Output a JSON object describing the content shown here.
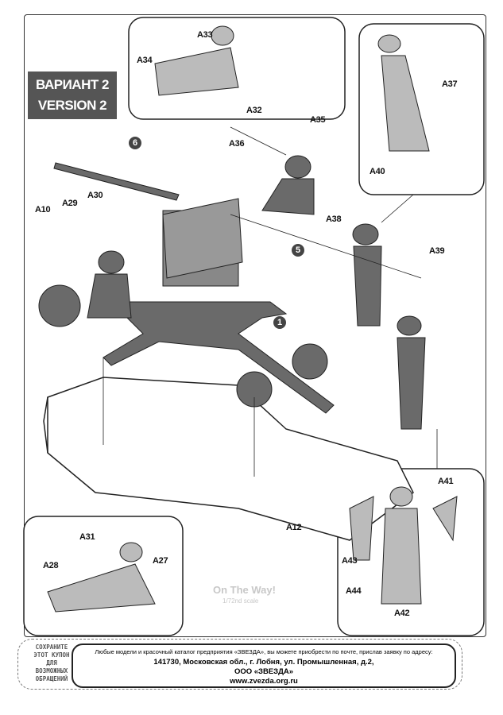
{
  "variant": {
    "line1": "ВАРИАНТ 2",
    "line2": "VERSION 2"
  },
  "steps": [
    "6",
    "5",
    "1"
  ],
  "part_labels": [
    "A33",
    "A34",
    "A32",
    "A37",
    "A40",
    "A35",
    "A36",
    "A10",
    "A29",
    "A30",
    "A38",
    "A39",
    "A12",
    "A31",
    "A28",
    "A27",
    "A41",
    "A43",
    "A44",
    "A42"
  ],
  "watermark": {
    "title": "On The Way!",
    "scale": "1/72nd scale"
  },
  "coupon": {
    "left_text": [
      "СОХРАНИТЕ",
      "ЭТОТ КУПОН",
      "ДЛЯ",
      "ВОЗМОЖНЫХ",
      "ОБРАЩЕНИЙ"
    ],
    "intro": "Любые модели и красочный каталог предприятия «ЗВЕЗДА», вы можете приобрести по почте, прислав заявку по адресу:",
    "address": "141730, Московская обл., г. Лобня, ул. Промышленная, д.2,",
    "company": "ООО «ЗВЕЗДА»",
    "website": "www.zvezda.org.ru"
  }
}
